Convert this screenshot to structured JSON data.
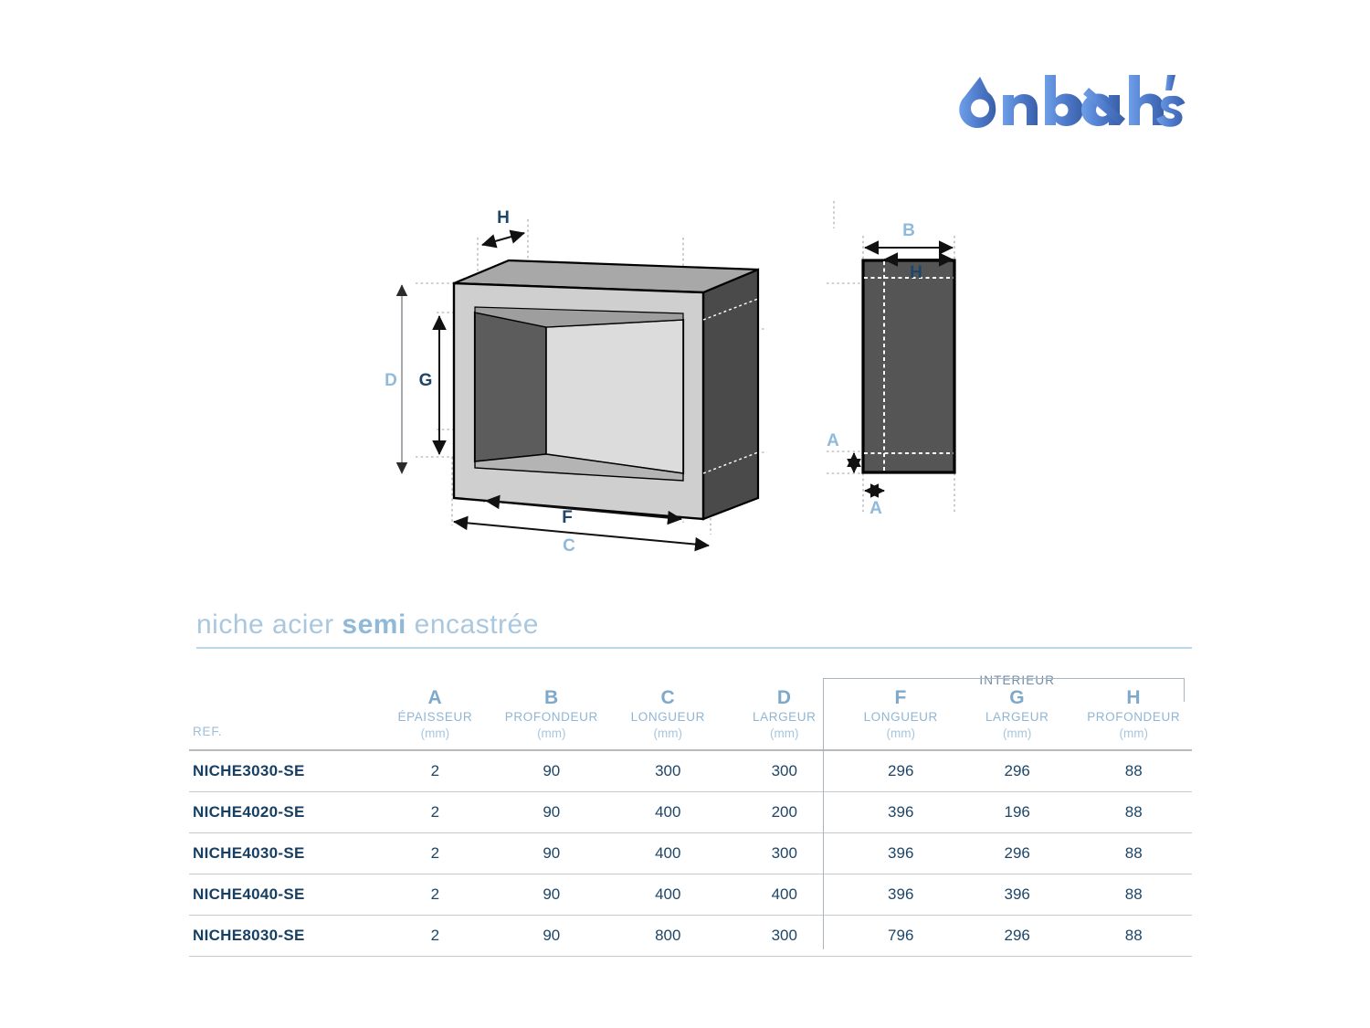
{
  "brand": {
    "name": "onbath's",
    "color_light": "#6f9fe8",
    "color_dark": "#3a5fa8"
  },
  "title": {
    "part1": "niche acier ",
    "emphasis": "semi",
    "part2": " encastrée"
  },
  "diagram": {
    "iso_labels": {
      "H": "H",
      "D": "D",
      "G": "G",
      "F": "F",
      "C": "C"
    },
    "side_labels": {
      "B": "B",
      "H": "H",
      "A_left": "A",
      "A_bottom": "A"
    }
  },
  "table": {
    "group_label": "INTERIEUR",
    "ref_header": "REF.",
    "columns": [
      {
        "letter": "A",
        "name": "ÉPAISSEUR",
        "unit": "(mm)"
      },
      {
        "letter": "B",
        "name": "PROFONDEUR",
        "unit": "(mm)"
      },
      {
        "letter": "C",
        "name": "LONGUEUR",
        "unit": "(mm)"
      },
      {
        "letter": "D",
        "name": "LARGEUR",
        "unit": "(mm)"
      },
      {
        "letter": "F",
        "name": "LONGUEUR",
        "unit": "(mm)"
      },
      {
        "letter": "G",
        "name": "LARGEUR",
        "unit": "(mm)"
      },
      {
        "letter": "H",
        "name": "PROFONDEUR",
        "unit": "(mm)"
      }
    ],
    "rows": [
      {
        "ref": "NICHE3030-SE",
        "A": "2",
        "B": "90",
        "C": "300",
        "D": "300",
        "F": "296",
        "G": "296",
        "H": "88"
      },
      {
        "ref": "NICHE4020-SE",
        "A": "2",
        "B": "90",
        "C": "400",
        "D": "200",
        "F": "396",
        "G": "196",
        "H": "88"
      },
      {
        "ref": "NICHE4030-SE",
        "A": "2",
        "B": "90",
        "C": "400",
        "D": "300",
        "F": "396",
        "G": "296",
        "H": "88"
      },
      {
        "ref": "NICHE4040-SE",
        "A": "2",
        "B": "90",
        "C": "400",
        "D": "400",
        "F": "396",
        "G": "396",
        "H": "88"
      },
      {
        "ref": "NICHE8030-SE",
        "A": "2",
        "B": "90",
        "C": "800",
        "D": "300",
        "F": "796",
        "G": "296",
        "H": "88"
      }
    ]
  },
  "colors": {
    "label_light_blue": "#8fbadc",
    "label_dark_blue": "#1d4668",
    "header_blue": "#7fa9cb",
    "value_blue": "#1d4668",
    "rule_blue": "#bcd7ea"
  }
}
